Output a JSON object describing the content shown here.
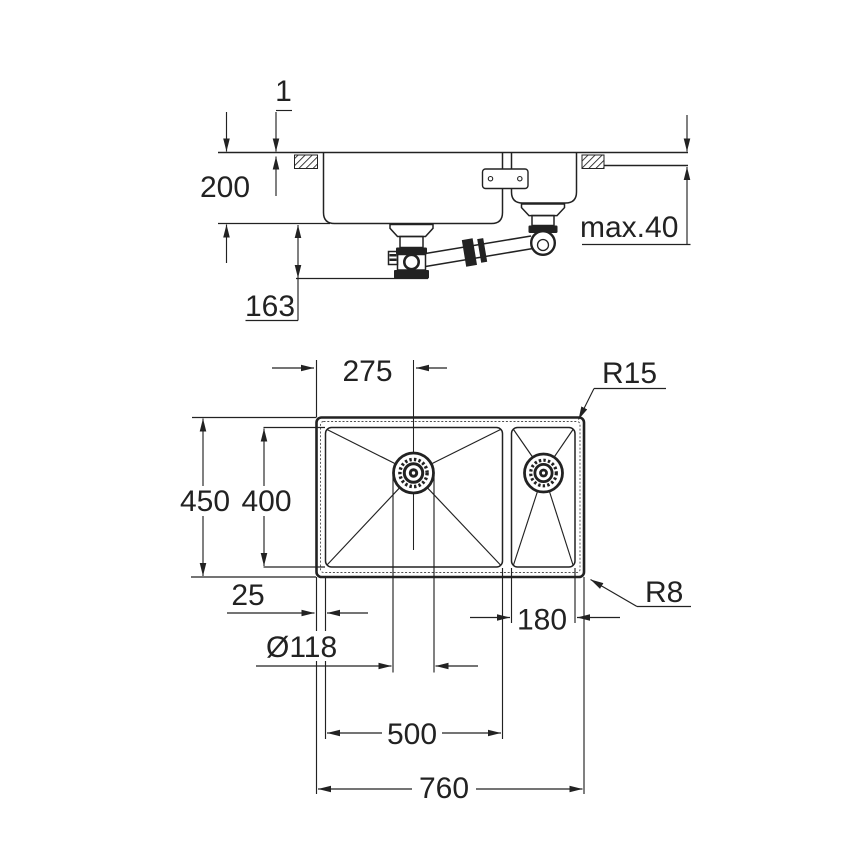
{
  "side_view": {
    "dims": {
      "rim_above_counter": "1",
      "bowl_depth": "200",
      "drain_depth": "163",
      "max_counter_thickness": "max.40"
    }
  },
  "plan_view": {
    "dims": {
      "drain_center_from_left": "275",
      "inner_corner_radius": "R15",
      "overall_depth": "450",
      "bowl_inner_depth": "400",
      "edge_to_bowl": "25",
      "right_bowl_width": "180",
      "drain_diameter": "Ø118",
      "main_bowl_width": "500",
      "overall_width": "760",
      "outer_corner_radius": "R8"
    }
  },
  "colors": {
    "line": "#222222",
    "background": "#ffffff"
  }
}
